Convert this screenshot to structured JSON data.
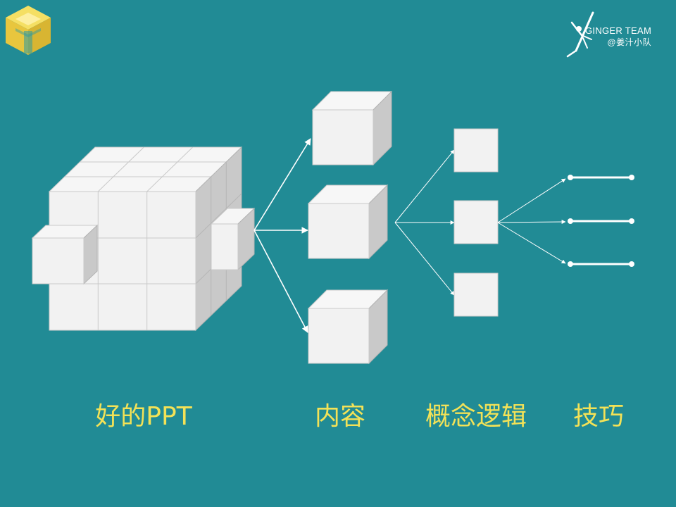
{
  "brand": {
    "name": "GINGER TEAM",
    "handle": "@姜汁小队",
    "logo_icon": "ginger-dancer-icon",
    "corner_icon": "yellow-cube-icon"
  },
  "colors": {
    "background": "#218b95",
    "caption": "#f3e257",
    "cube_front": "#f2f2f2",
    "cube_top": "#f7f7f7",
    "cube_side": "#c8c8c8",
    "line": "#ffffff"
  },
  "captions": {
    "good_ppt": "好的PPT",
    "content": "内容",
    "logic": "概念逻辑",
    "skills": "技巧"
  }
}
